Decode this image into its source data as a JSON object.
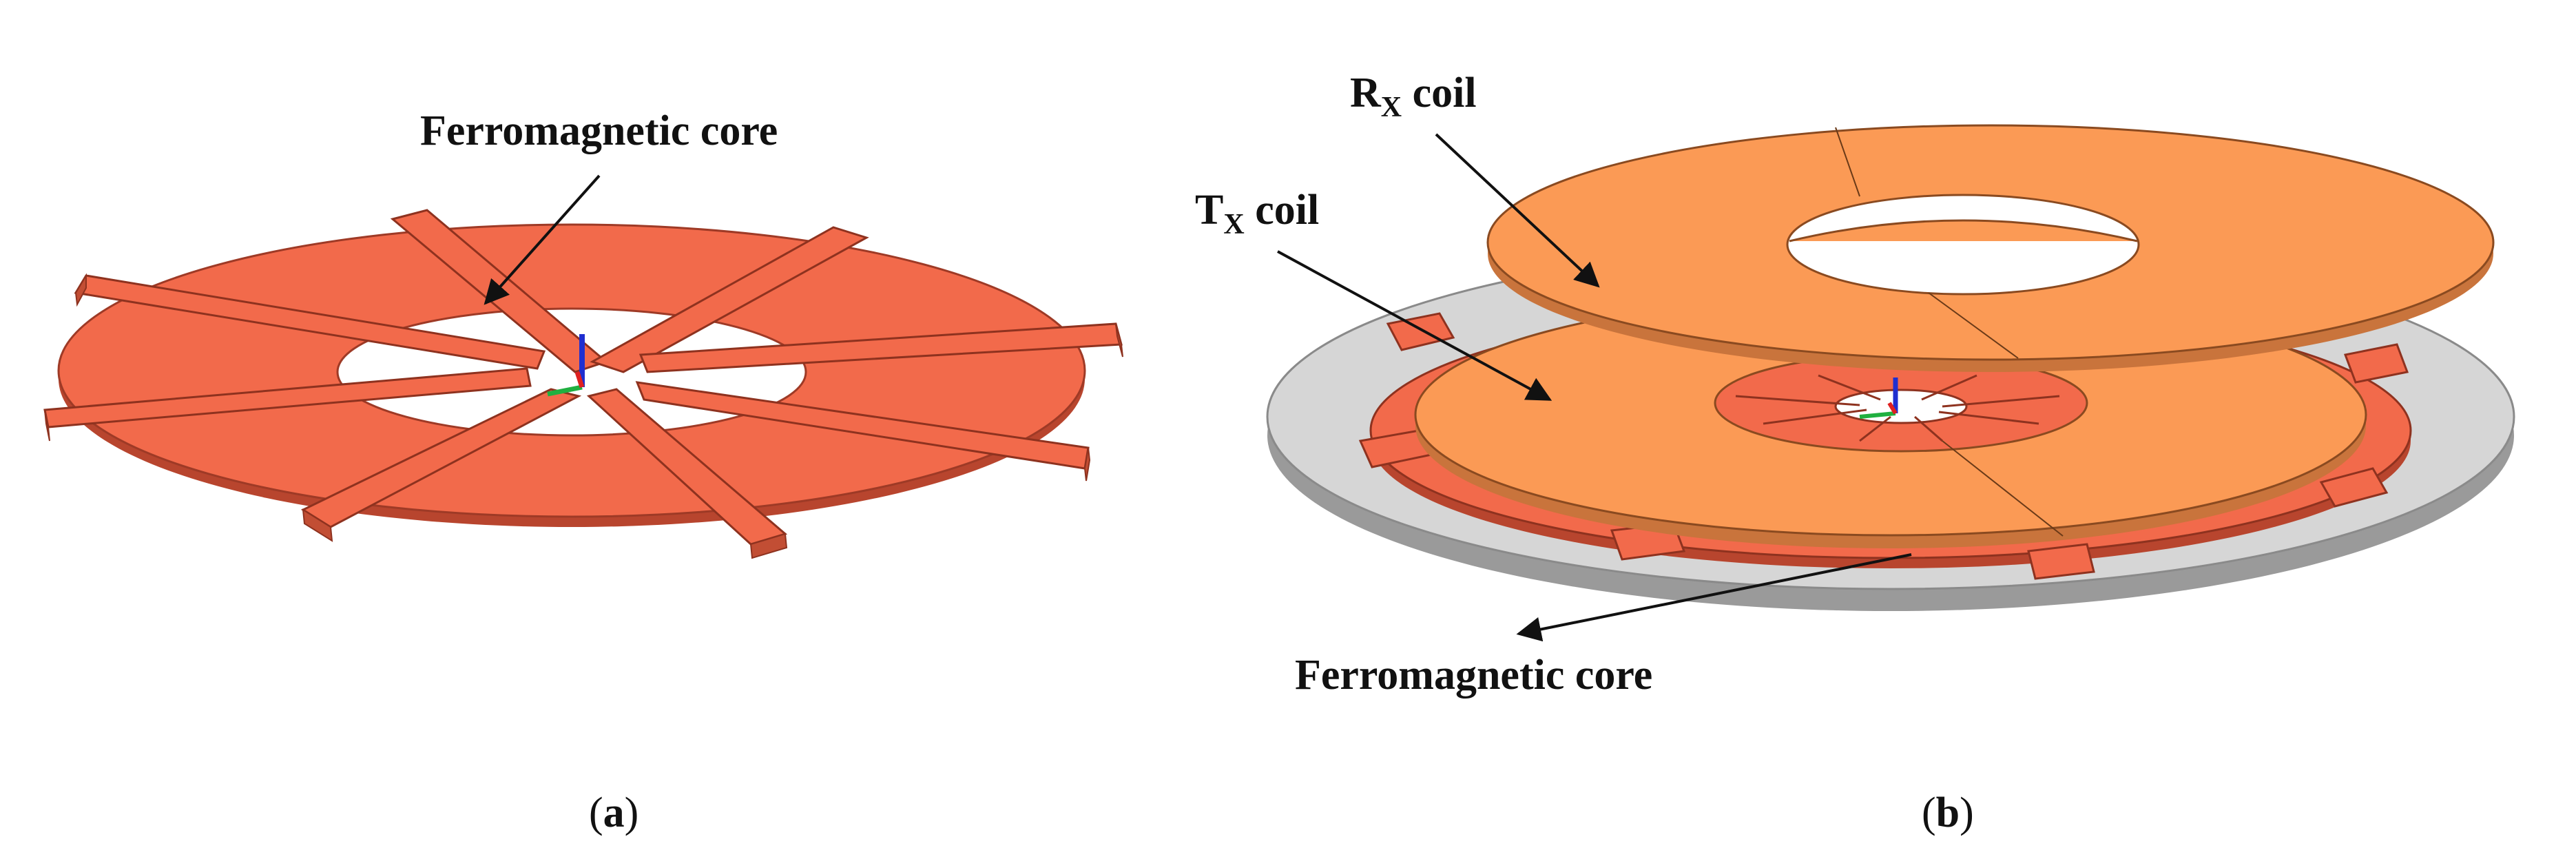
{
  "panel_a": {
    "label": "Ferromagnetic core",
    "caption_open": "(",
    "caption_letter": "a",
    "caption_close": ")"
  },
  "panel_b": {
    "rx_main": "R",
    "rx_sub": "X",
    "rx_rest": " coil",
    "tx_main": "T",
    "tx_sub": "X",
    "tx_rest": " coil",
    "core_label": "Ferromagnetic core",
    "caption_open": "(",
    "caption_letter": "b",
    "caption_close": ")"
  },
  "colors": {
    "coil_orange": "#FB9A55",
    "core_red": "#F26A4B",
    "shield_gray": "#D6D6D6"
  }
}
